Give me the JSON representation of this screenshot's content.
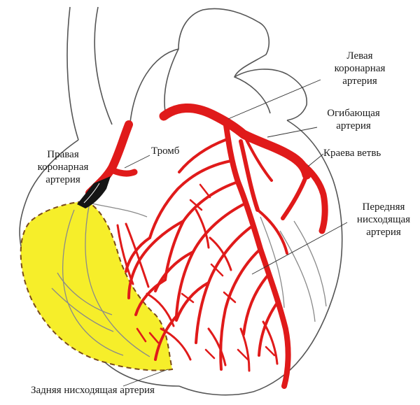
{
  "labels": {
    "left_coronary": [
      "Левая",
      "коронарная",
      "артерия"
    ],
    "circumflex": [
      "Огибающая",
      "артерия"
    ],
    "marginal_branch": "Краева ветвь",
    "thrombus": "Тромб",
    "right_coronary": [
      "Правая",
      "коронарная",
      "артерия"
    ],
    "lad": [
      "Передняя",
      "нисходящая",
      "артерия"
    ],
    "posterior_descending": "Задняя нисходящая артерия"
  },
  "colors": {
    "artery": "#e01a1a",
    "infarct_zone": "#f6ee2a",
    "thrombus": "#151515",
    "outline": "#555555",
    "leader": "#333333",
    "vein": "#8a8a8a"
  }
}
